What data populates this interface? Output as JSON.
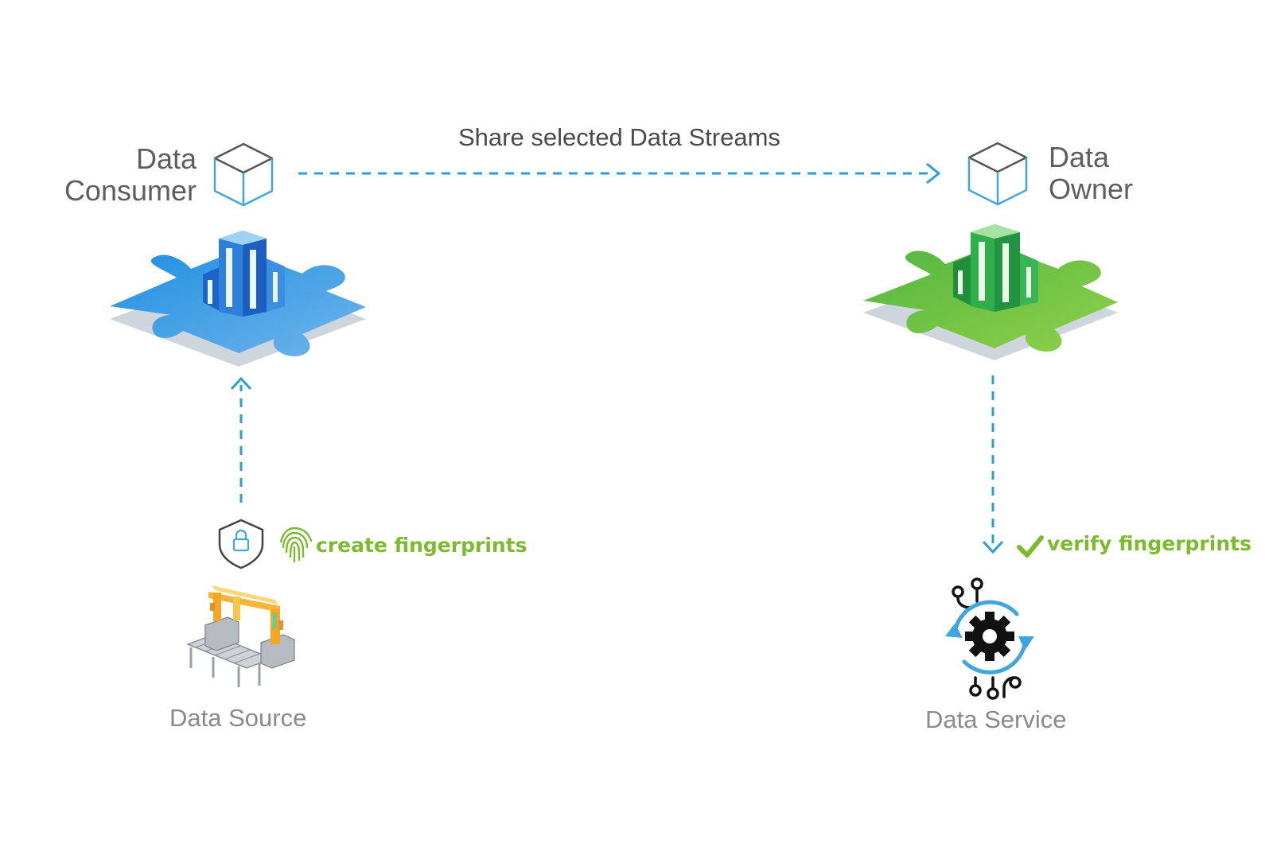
{
  "title": "Share selected Data Streams",
  "nodes": {
    "consumer": {
      "line1": "Data",
      "line2": "Consumer"
    },
    "owner": {
      "line1": "Data",
      "line2": "Owner"
    },
    "source": {
      "label": "Data Source"
    },
    "service": {
      "label": "Data Service"
    }
  },
  "actions": {
    "create": "create fingerprints",
    "verify": "verify fingerprints"
  },
  "colors": {
    "arrow": "#2a9fd6",
    "accent_green": "#7cba2f",
    "consumer_blue": "#3d97dd",
    "owner_green": "#3fae3f",
    "label_gray": "#5e5e5e"
  },
  "icons": [
    "cube-icon",
    "puzzle-building-icon",
    "shield-lock-icon",
    "fingerprint-icon",
    "checkmark-icon",
    "factory-robot-icon",
    "gear-cycle-icon"
  ]
}
